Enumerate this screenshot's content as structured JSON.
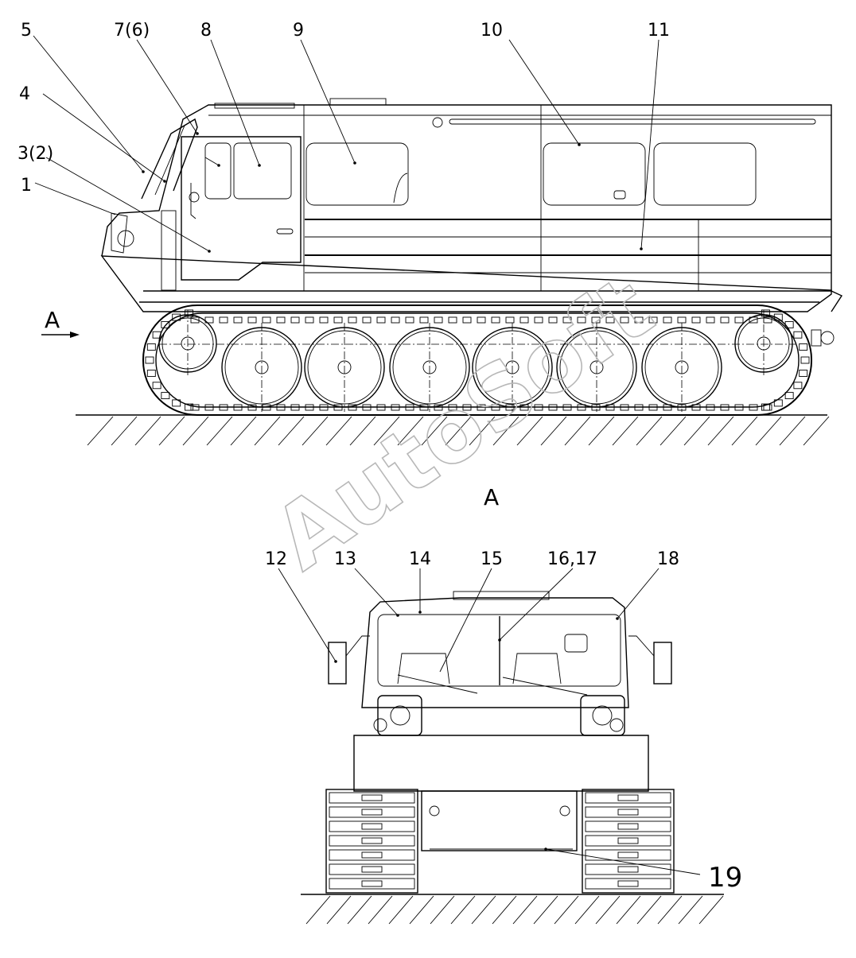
{
  "watermark": "AutoSoft",
  "view_marker": "A",
  "view_title": "A",
  "callouts": {
    "side": [
      "5",
      "7(6)",
      "8",
      "9",
      "10",
      "11",
      "4",
      "3(2)",
      "1"
    ],
    "front": [
      "12",
      "13",
      "14",
      "15",
      "16,17",
      "18",
      "19"
    ]
  }
}
